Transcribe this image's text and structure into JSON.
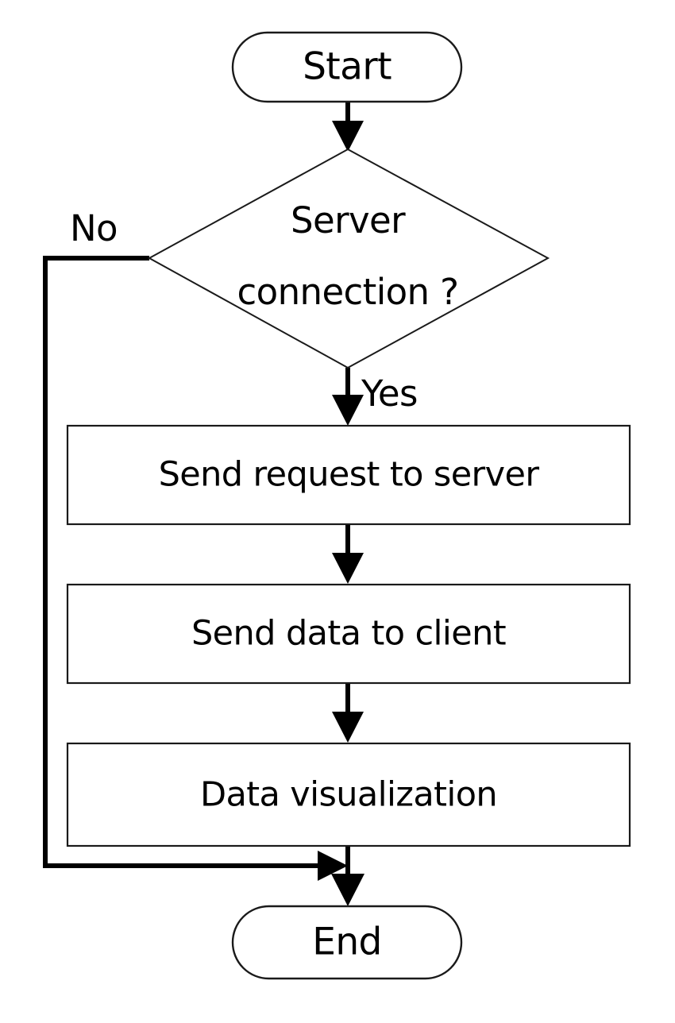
{
  "diagram": {
    "type": "flowchart",
    "title": "",
    "background_color": "#ffffff",
    "line_color": "#000000",
    "shape_fill": "#ffffff",
    "shape_stroke": "#1a1a1a",
    "nodes": [
      {
        "id": "start",
        "shape": "terminal",
        "label": "Start"
      },
      {
        "id": "decision",
        "shape": "decision",
        "label_line1": "Server",
        "label_line2": "connection ?"
      },
      {
        "id": "process1",
        "shape": "process",
        "label": "Send request to server"
      },
      {
        "id": "process2",
        "shape": "process",
        "label": "Send data to client"
      },
      {
        "id": "process3",
        "shape": "process",
        "label": "Data visualization"
      },
      {
        "id": "end",
        "shape": "terminal",
        "label": "End"
      }
    ],
    "edges": [
      {
        "from": "start",
        "to": "decision",
        "label": ""
      },
      {
        "from": "decision",
        "to": "process1",
        "label": "Yes"
      },
      {
        "from": "decision",
        "to": "end",
        "label": "No"
      },
      {
        "from": "process1",
        "to": "process2",
        "label": ""
      },
      {
        "from": "process2",
        "to": "process3",
        "label": ""
      },
      {
        "from": "process3",
        "to": "end",
        "label": ""
      }
    ],
    "labels": {
      "start": "Start",
      "decision_line1": "Server",
      "decision_line2": "connection ?",
      "process1": "Send request to server",
      "process2": "Send data to client",
      "process3": "Data visualization",
      "end": "End",
      "branch_yes": "Yes",
      "branch_no": "No"
    }
  }
}
